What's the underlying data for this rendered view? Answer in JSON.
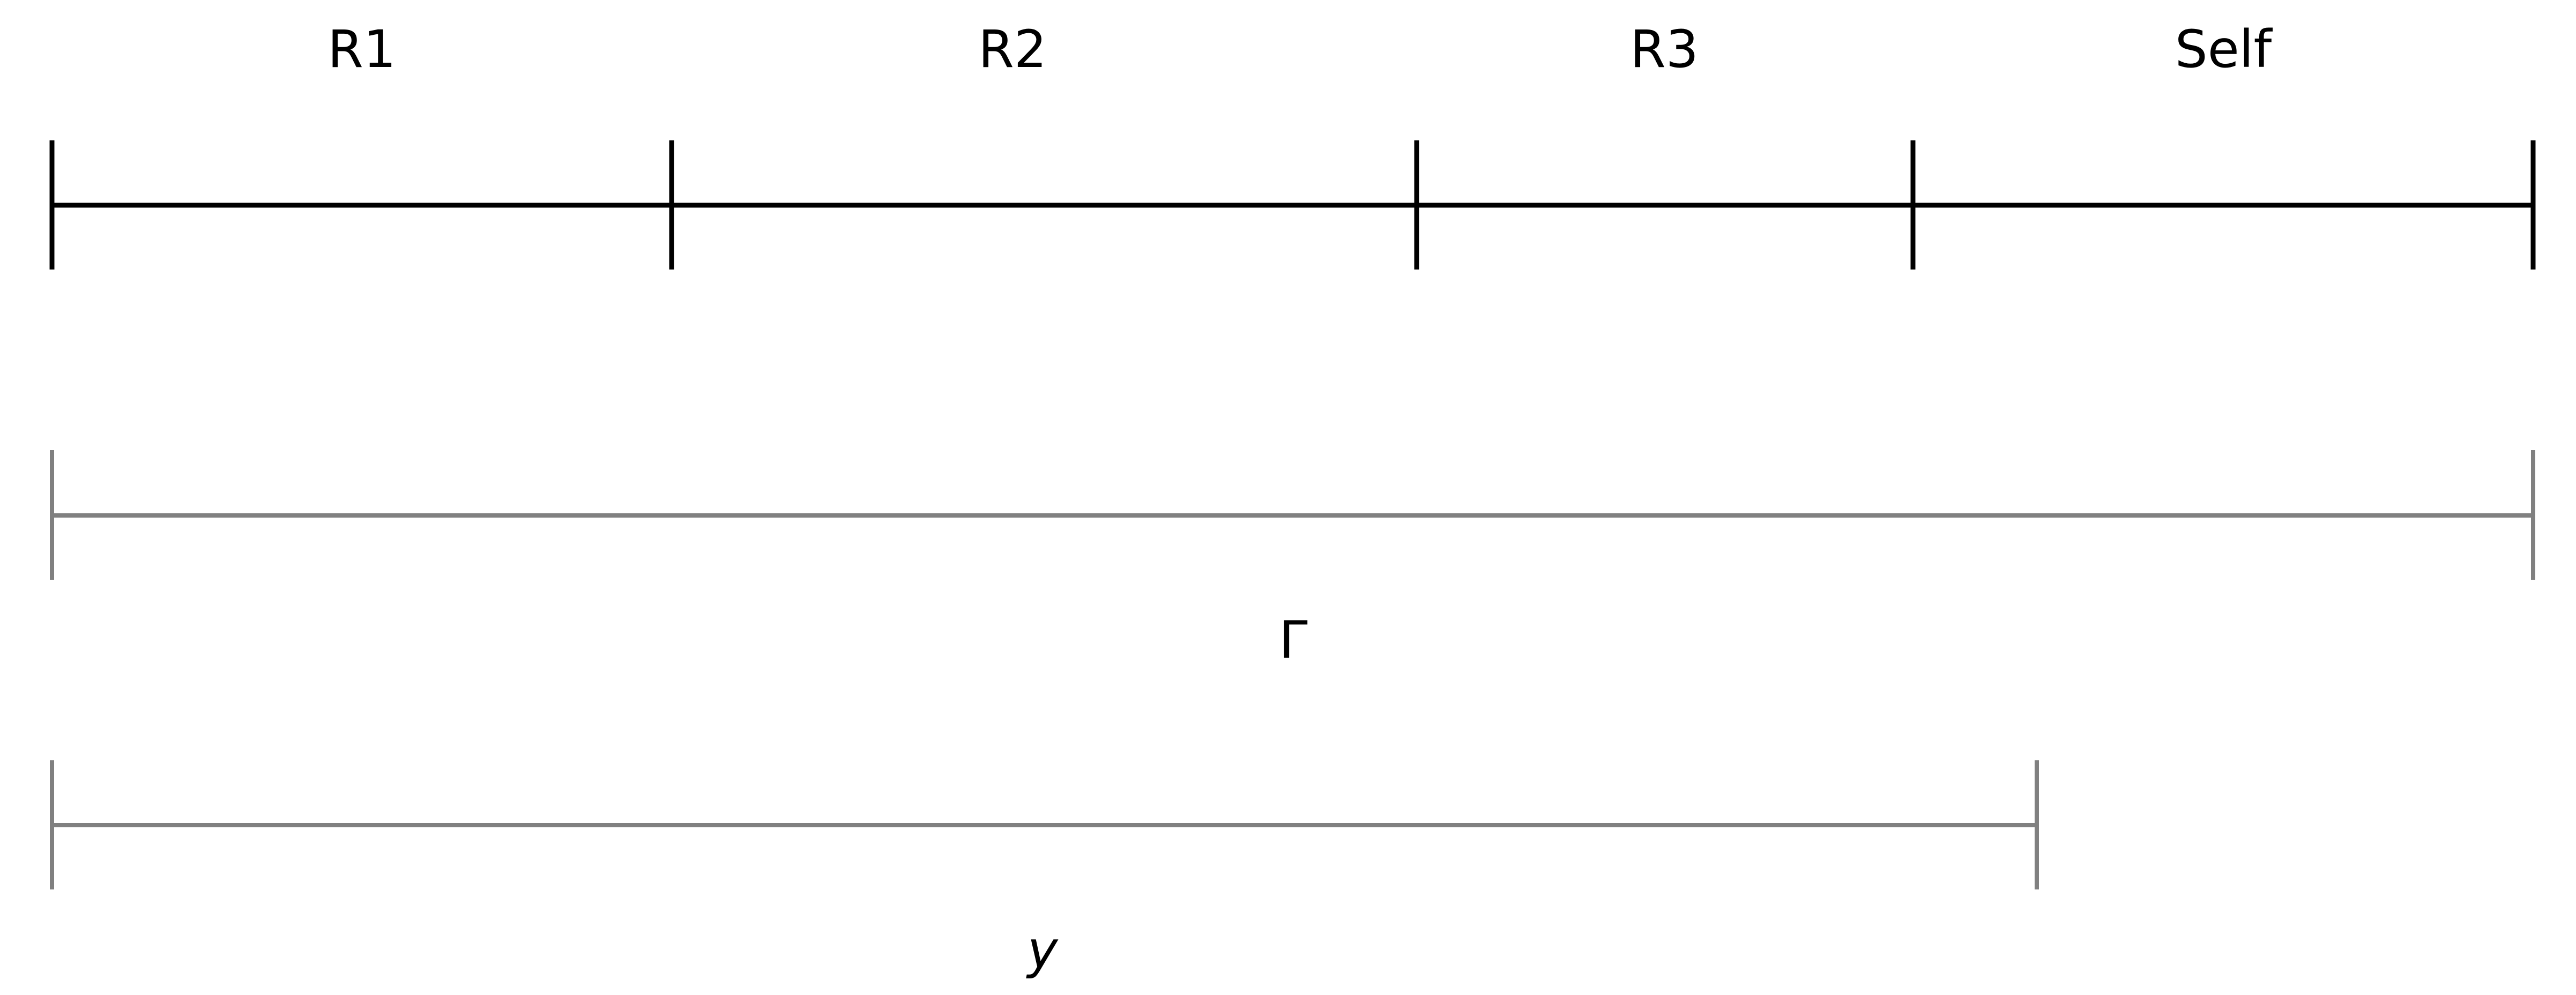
{
  "segments": {
    "labels": [
      "R1",
      "R2",
      "R3",
      "Self"
    ],
    "line_color": "#000000"
  },
  "gamma_bar": {
    "label": "Γ",
    "line_color": "#808080"
  },
  "y_bar": {
    "label": "y",
    "line_color": "#808080"
  }
}
